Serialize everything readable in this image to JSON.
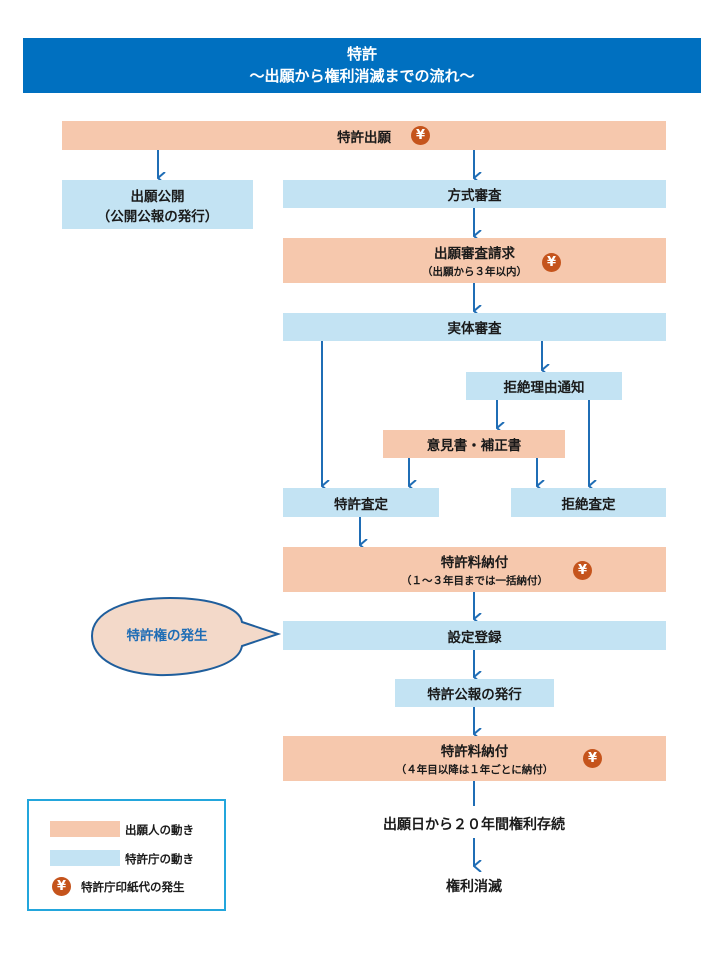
{
  "header": {
    "line1": "特許",
    "line2": "～出願から権利消滅までの流れ～"
  },
  "colors": {
    "header_bg": "#0070c0",
    "applicant": "#f6c8ad",
    "office": "#c3e3f3",
    "arrow": "#1f6db5",
    "yen": "#c5541c",
    "legend_border": "#23a6dc"
  },
  "yen_symbol": "¥",
  "steps": {
    "filing": {
      "label": "特許出願",
      "actor": "applicant",
      "fee": true
    },
    "publication": {
      "label": "出願公開",
      "sub": "（公開公報の発行）",
      "actor": "office"
    },
    "formality": {
      "label": "方式審査",
      "actor": "office"
    },
    "exam_request": {
      "label": "出願審査請求",
      "sub": "（出願から３年以内）",
      "actor": "applicant",
      "fee": true
    },
    "substantive": {
      "label": "実体審査",
      "actor": "office"
    },
    "rejection_notice": {
      "label": "拒絶理由通知",
      "actor": "office"
    },
    "response": {
      "label": "意見書・補正書",
      "actor": "applicant"
    },
    "grant": {
      "label": "特許査定",
      "actor": "office"
    },
    "rejection": {
      "label": "拒絶査定",
      "actor": "office"
    },
    "fee1": {
      "label": "特許料納付",
      "sub": "（１～３年目までは一括納付）",
      "actor": "applicant",
      "fee": true
    },
    "registration": {
      "label": "設定登録",
      "actor": "office"
    },
    "gazette": {
      "label": "特許公報の発行",
      "actor": "office"
    },
    "fee2": {
      "label": "特許料納付",
      "sub": "（４年目以降は１年ごとに納付）",
      "actor": "applicant",
      "fee": true
    },
    "duration": {
      "label": "出願日から２０年間権利存続"
    },
    "expiry": {
      "label": "権利消滅"
    }
  },
  "callout": {
    "label": "特許権の発生"
  },
  "legend": [
    {
      "label": "出願人の動き",
      "type": "applicant"
    },
    {
      "label": "特許庁の動き",
      "type": "office"
    },
    {
      "label": "特許庁印紙代の発生",
      "type": "yen"
    }
  ]
}
